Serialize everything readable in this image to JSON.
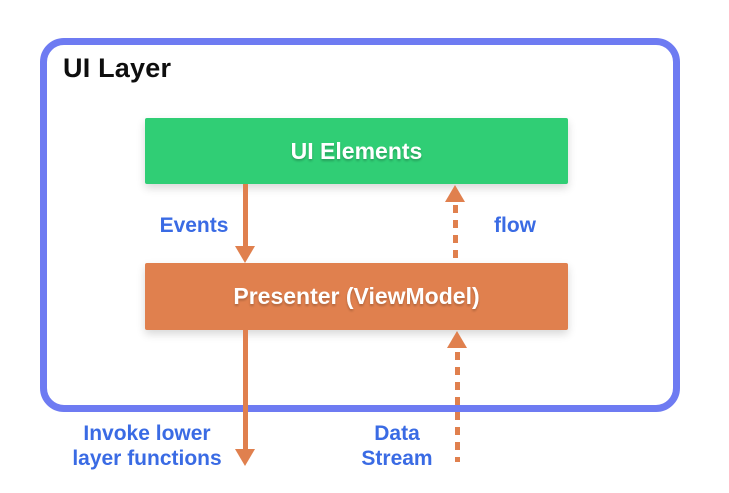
{
  "diagram": {
    "title": "UI Layer",
    "nodes": {
      "ui_elements": {
        "label": "UI Elements",
        "color": "#30CE75"
      },
      "presenter": {
        "label": "Presenter (ViewModel)",
        "color": "#E0804E"
      }
    },
    "edges": {
      "events": {
        "label": "Events",
        "style": "solid",
        "direction": "down"
      },
      "flow": {
        "label": "flow",
        "style": "dashed",
        "direction": "up"
      },
      "invoke": {
        "label_line1": "Invoke lower",
        "label_line2": "layer functions",
        "style": "solid",
        "direction": "down"
      },
      "data_stream": {
        "label_line1": "Data",
        "label_line2": "Stream",
        "style": "dashed",
        "direction": "up"
      }
    },
    "colors": {
      "frame_border": "#6E7BF2",
      "arrow": "#E0804E",
      "edge_label_text": "#3A6BE4",
      "title_text": "#0E0E0E",
      "node_text": "#FFFFFF"
    }
  }
}
